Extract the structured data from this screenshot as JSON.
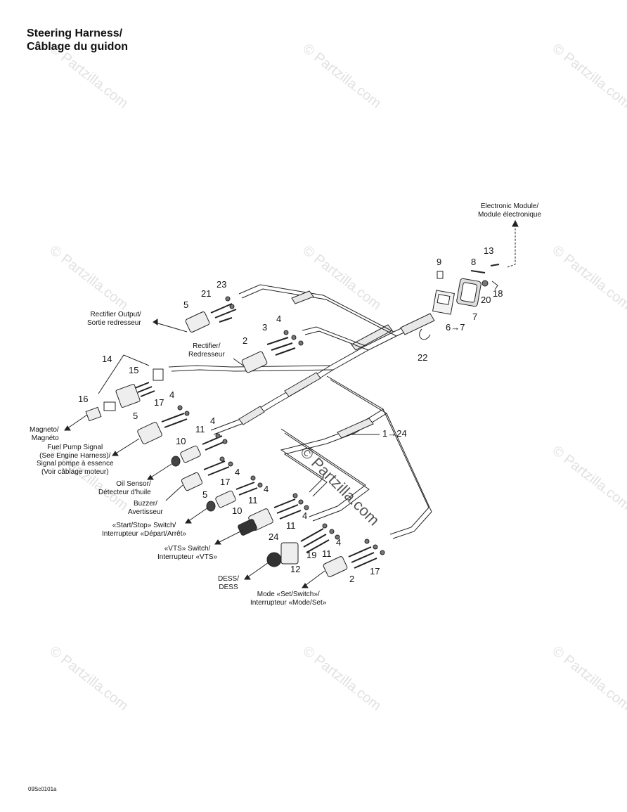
{
  "title": {
    "line1": "Steering Harness/",
    "line2": "Câblage du guidon"
  },
  "watermark": "© Partzilla.com",
  "figure_code": "09Sc0101a",
  "labels": {
    "electronic_module": [
      "Electronic Module/",
      "Module électronique"
    ],
    "rectifier_output": [
      "Rectifier Output/",
      "Sortie redresseur"
    ],
    "rectifier": [
      "Rectifier/",
      "Redresseur"
    ],
    "magneto": [
      "Magneto/",
      "Magnéto"
    ],
    "fuel_pump": [
      "Fuel Pump Signal",
      "(See Engine Harness)/",
      "Signal pompe à essence",
      "(Voir câblage moteur)"
    ],
    "oil_sensor": [
      "Oil Sensor/",
      "Détecteur d'huile"
    ],
    "buzzer": [
      "Buzzer/",
      "Avertisseur"
    ],
    "start_stop": [
      "«Start/Stop» Switch/",
      "Interrupteur «Départ/Arrêt»"
    ],
    "vts": [
      "«VTS» Switch/",
      "Interrupteur «VTS»"
    ],
    "dess": [
      "DESS/",
      "DESS"
    ],
    "mode": [
      "Mode «Set/Switch»/",
      "Interrupteur «Mode/Set»"
    ]
  },
  "callouts": {
    "n9": "9",
    "n8": "8",
    "n13": "13",
    "n20": "20",
    "n18": "18",
    "n6to7": "6→7",
    "n7": "7",
    "n22": "22",
    "n21": "21",
    "n23": "23",
    "n5a": "5",
    "n3": "3",
    "n4a": "4",
    "n2a": "2",
    "n14": "14",
    "n15": "15",
    "n16": "16",
    "n17a": "17",
    "n4b": "4",
    "n5b": "5",
    "n4c": "4",
    "n11a": "11",
    "n10a": "10",
    "n4d": "4",
    "n17b": "17",
    "n5c": "5",
    "n11b": "11",
    "n10b": "10",
    "n4e": "4",
    "n11c": "11",
    "n24": "24",
    "n11d": "11",
    "n4f": "4",
    "n19": "19",
    "n12": "12",
    "n2b": "2",
    "n17c": "17",
    "n4g": "4",
    "n1to24": "1→24"
  }
}
